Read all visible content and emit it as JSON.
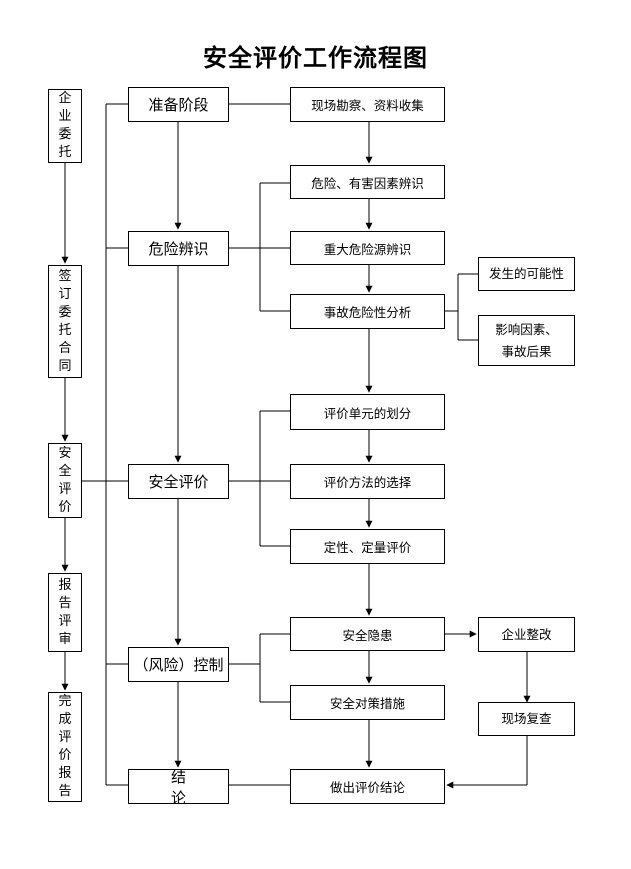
{
  "title": "安全评价工作流程图",
  "left_column": [
    "企业委托",
    "签订委托合同",
    "安全评价",
    "报告评审",
    "完成评价报告"
  ],
  "stages": [
    "准备阶段",
    "危险辨识",
    "安全评价",
    "（风险）控制",
    "结论"
  ],
  "steps": {
    "s1": "现场勘察、资料收集",
    "s2": "危险、有害因素辨识",
    "s3": "重大危险源辨识",
    "s4": "事故危险性分析",
    "s5": "评价单元的划分",
    "s6": "评价方法的选择",
    "s7": "定性、定量评价",
    "s8": "安全隐患",
    "s9": "安全对策措施",
    "s10": "做出评价结论"
  },
  "side": {
    "possibility": "发生的可能性",
    "factors": "影响因素、事故后果",
    "rectify": "企业整改",
    "recheck": "现场复查"
  }
}
